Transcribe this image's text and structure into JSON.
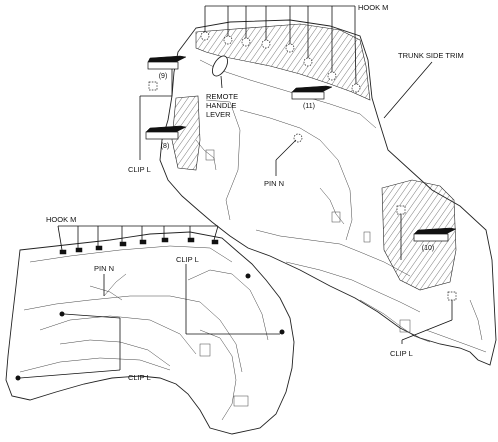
{
  "labels": {
    "hook_m_top": "HOOK M",
    "trunk_side_trim": "TRUNK SIDE TRIM",
    "remote_handle_lever": [
      "REMOTE",
      "HANDLE",
      "LEVER"
    ],
    "clip_l_upper": "CLIP L",
    "pin_n_upper": "PIN N",
    "clip_l_right": "CLIP L",
    "hook_m_lower": "HOOK M",
    "pin_n_lower": "PIN N",
    "clip_l_lower_mid": "CLIP L",
    "clip_l_lower_bottom": "CLIP L"
  },
  "callouts": [
    "(9)",
    "(11)",
    "(8)",
    "(10)"
  ],
  "colors": {
    "line": "#111111",
    "background": "#ffffff"
  }
}
